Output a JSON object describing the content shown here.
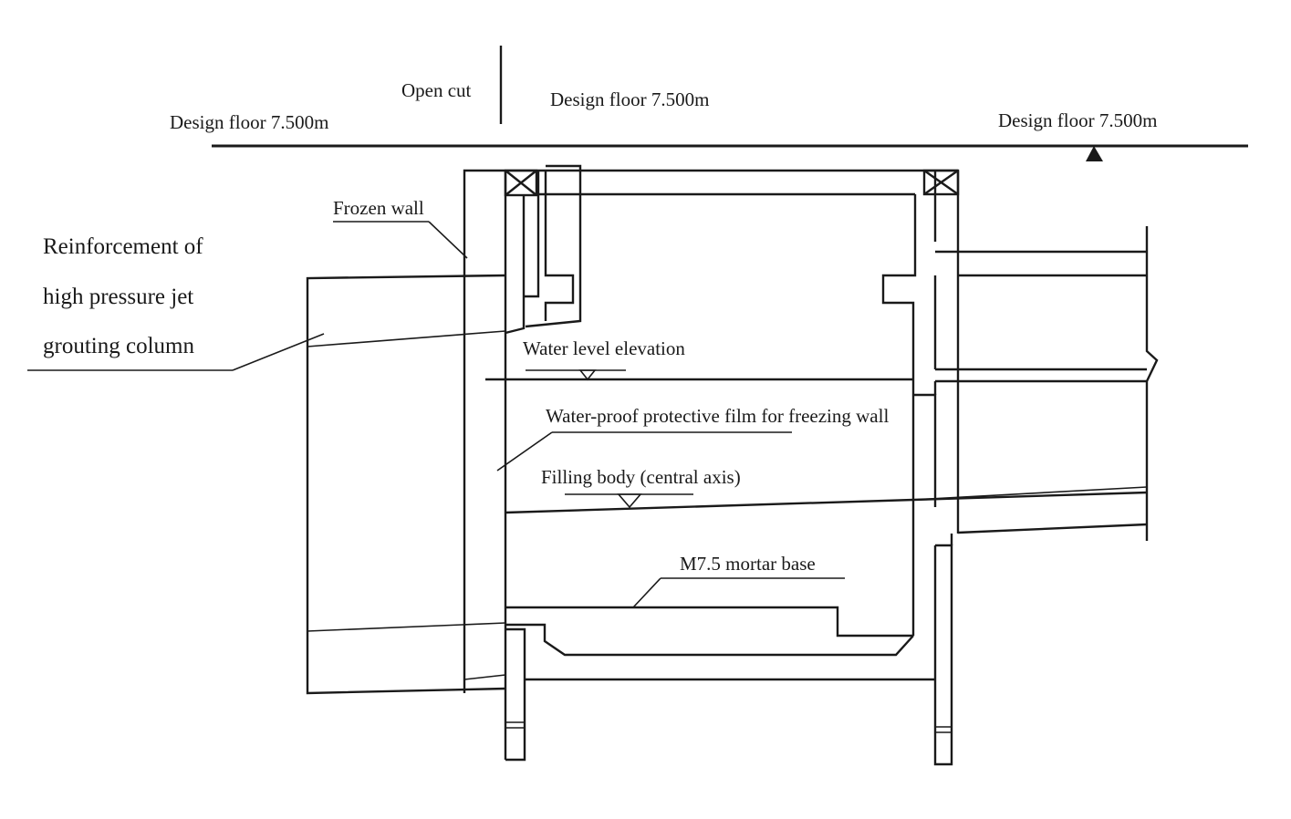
{
  "labels": {
    "open_cut": "Open cut",
    "design_floor_left": "Design floor 7.500m",
    "design_floor_center": "Design floor 7.500m",
    "design_floor_right": "Design floor 7.500m",
    "frozen_wall": "Frozen wall",
    "reinforcement_line1": "Reinforcement of",
    "reinforcement_line2": "high pressure jet",
    "reinforcement_line3": "grouting column",
    "water_level": "Water level elevation",
    "waterproof_film": "Water-proof protective film for freezing wall",
    "filling_body": "Filling body (central axis)",
    "mortar_base": "M7.5 mortar base"
  },
  "colors": {
    "line": "#1a1a1a",
    "background": "#ffffff"
  }
}
